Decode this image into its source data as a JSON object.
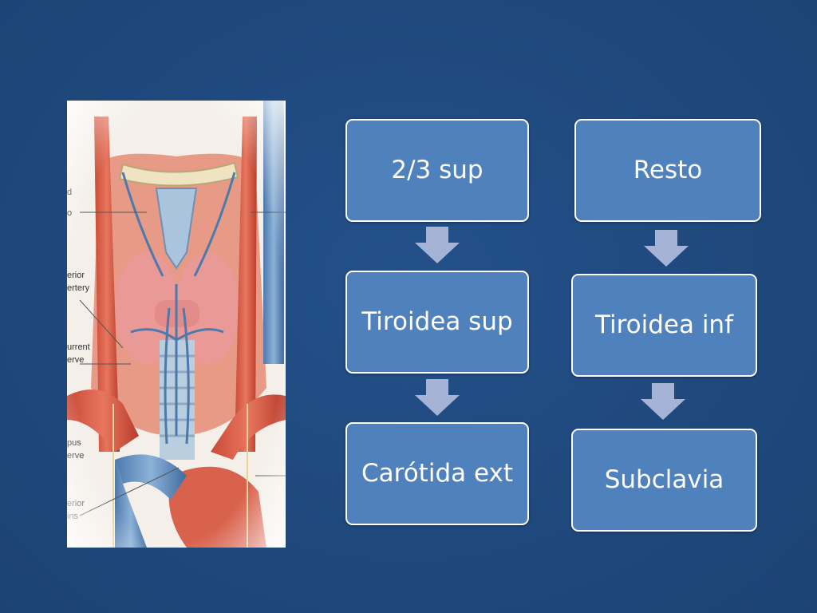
{
  "colors": {
    "slide_background": "#1f497d",
    "box_fill": "#4f81bd",
    "box_border": "#ffffff",
    "arrow_fill": "#a5b4d6",
    "box_text": "#ffffff"
  },
  "illustration": {
    "description_icon": "thyroid-anatomy-illustration",
    "callouts": [
      "d",
      "o",
      "erior",
      "ertery",
      "urrent",
      "erve",
      "pus",
      "erve",
      "erior",
      "ins"
    ]
  },
  "flow_left": {
    "boxes": [
      {
        "label": "2/3 sup"
      },
      {
        "label": "Tiroidea sup"
      },
      {
        "label": "Carótida ext"
      }
    ]
  },
  "flow_right": {
    "boxes": [
      {
        "label": "Resto"
      },
      {
        "label": "Tiroidea inf"
      },
      {
        "label": "Subclavia"
      }
    ]
  }
}
